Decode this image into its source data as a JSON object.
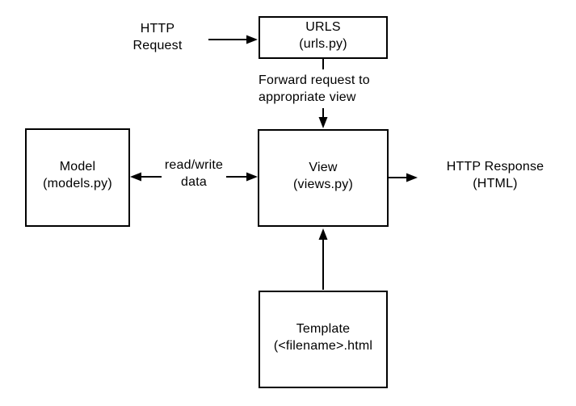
{
  "colors": {
    "stroke": "#000000",
    "text": "#000000",
    "background": "#ffffff"
  },
  "nodes": {
    "urls": {
      "title": "URLS",
      "subtitle": "(urls.py)"
    },
    "view": {
      "title": "View",
      "subtitle": "(views.py)"
    },
    "model": {
      "title": "Model",
      "subtitle": "(models.py)"
    },
    "template": {
      "title": "Template",
      "subtitle": "(<filename>.html"
    }
  },
  "annotations": {
    "http_request": "HTTP\nRequest",
    "forward_request": "Forward request to\nappropriate view",
    "read_write": "read/write\ndata",
    "http_response": "HTTP Response\n(HTML)"
  }
}
